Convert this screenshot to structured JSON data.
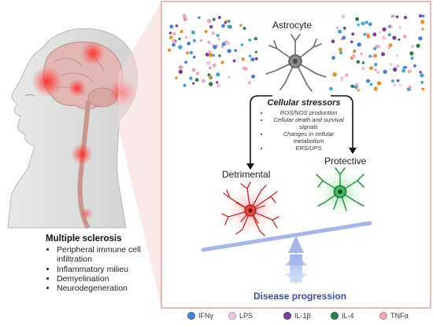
{
  "astrocyte_label": "Astrocyte",
  "stressors": {
    "title": "Cellular stressors",
    "items": [
      "ROS/NOS production",
      "Cellular death and survival signals",
      "Changes in cellular metabolism",
      "ERS/UPS"
    ]
  },
  "detrimental_label": "Detrimental",
  "protective_label": "Protective",
  "disease_label": "Disease progression",
  "ms": {
    "title": "Multiple sclerosis",
    "items": [
      "Peripheral immune cell infiltration",
      "Inflammatory milieu",
      "Demyelination",
      "Neurodegeneration"
    ]
  },
  "legend": [
    {
      "label": "IFNγ",
      "color": "#4a7fd6"
    },
    {
      "label": "LPS",
      "color": "#f3c4df"
    },
    {
      "label": "IL-1β",
      "color": "#7b3fa0"
    },
    {
      "label": "IL-4",
      "color": "#2e7d4a"
    },
    {
      "label": "TNFα",
      "color": "#f4a6b4"
    }
  ],
  "colors": {
    "panel_border": "#e8a0a0",
    "arrow_up": "#b8c8ee",
    "seesaw": "#a7b6e8",
    "detrimental_cell": "#c8302a",
    "protective_cell": "#2f9a49",
    "astrocyte_cell": "#6b6b6b"
  },
  "particle_colors": [
    "#e8902f",
    "#3fa7c9",
    "#7b3fa0",
    "#2e7d4a",
    "#f4a6b4",
    "#4a7fd6",
    "#f3c4df",
    "#e3a8d0"
  ]
}
